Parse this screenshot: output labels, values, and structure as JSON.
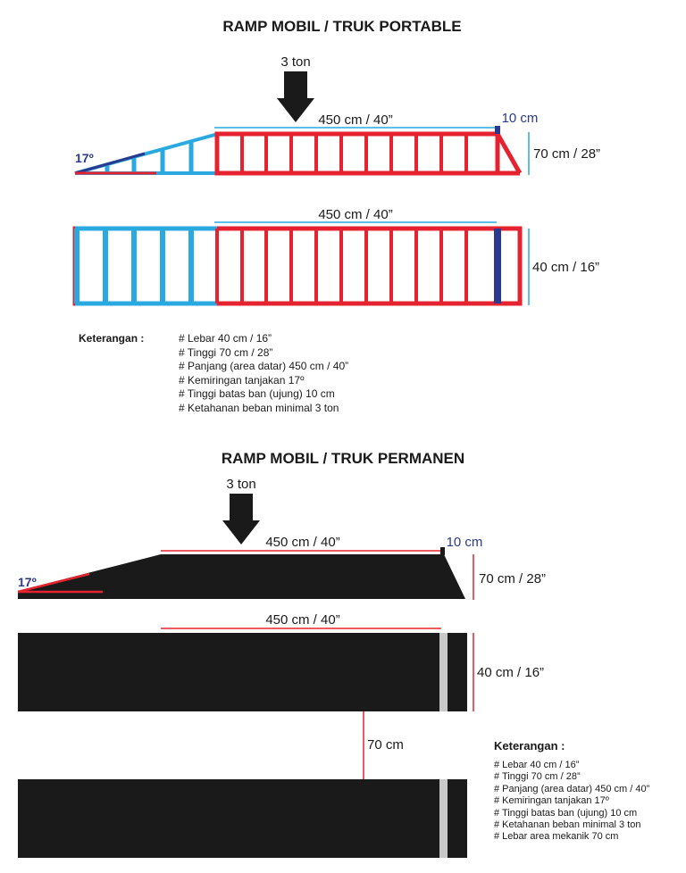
{
  "portable": {
    "title": "RAMP MOBIL / TRUK PORTABLE",
    "load": "3 ton",
    "flat_length": "450 cm / 40”",
    "flat_length_top": "450 cm / 40”",
    "curb_height": "10 cm",
    "height": "70 cm / 28”",
    "width": "40 cm / 16”",
    "angle": "17º",
    "notes_title": "Keterangan :",
    "notes": [
      "# Lebar 40 cm / 16”",
      "# Tinggi 70 cm / 28”",
      "# Panjang (area datar) 450 cm / 40”",
      "# Kemiringan tanjakan 17º",
      "# Tinggi batas ban (ujung) 10 cm",
      "# Ketahanan beban minimal 3 ton"
    ]
  },
  "permanent": {
    "title": "RAMP MOBIL / TRUK PERMANEN",
    "load": "3 ton",
    "flat_length": "450 cm / 40”",
    "flat_length_top": "450 cm / 40”",
    "curb_height": "10 cm",
    "height": "70 cm / 28”",
    "width": "40 cm / 16”",
    "mechanic_width": "70 cm",
    "angle": "17º",
    "notes_title": "Keterangan :",
    "notes": [
      "# Lebar 40 cm / 16”",
      "# Tinggi 70 cm / 28”",
      "# Panjang (area datar) 450 cm / 40”",
      "# Kemiringan tanjakan 17º",
      "# Tinggi batas ban (ujung) 10 cm",
      "# Ketahanan beban minimal 3 ton",
      "# Lebar area mekanik 70 cm"
    ]
  },
  "colors": {
    "red": "#e52330",
    "cyan": "#2aa9e0",
    "navy": "#2b3a8f",
    "black": "#1a1a1a",
    "gray": "#c8c8c8"
  }
}
